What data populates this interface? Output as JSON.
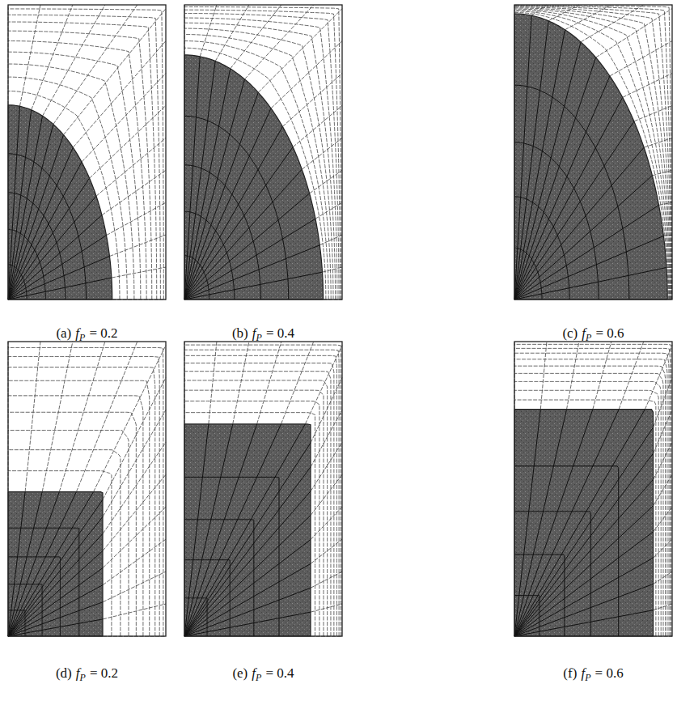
{
  "diagram": {
    "labels": [
      "(a)",
      "f",
      "P",
      "= 0.2",
      "(b)",
      "f",
      "P",
      "= 0.4",
      "(c)",
      "f",
      "P",
      "= 0.6",
      "(d)",
      "f",
      "P",
      "= 0.2",
      "(e)",
      "f",
      "P",
      "= 0.4",
      "(f)",
      "f",
      "P",
      "= 0.6"
    ]
  }
}
